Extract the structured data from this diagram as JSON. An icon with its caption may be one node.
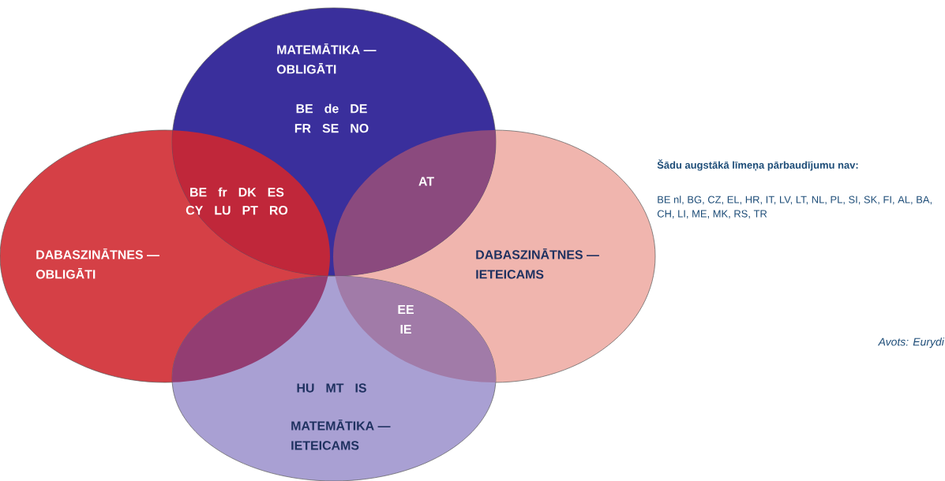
{
  "diagram": {
    "nodes": [
      {
        "text": [
          "MATEMĀTIKA — OBLIGĀTI",
          "BE de DE FR SE NO"
        ]
      },
      {
        "text": [
          "DABASZINĀTNES — OBLIGĀTI"
        ]
      },
      {
        "text": [
          "DABASZINĀTNES — IETEICAMS"
        ]
      },
      {
        "text": [
          "HU MT IS",
          "MATEMĀTIKA — IETEICAMS"
        ]
      }
    ],
    "labels": [
      "BE fr DK ES CY LU PT RO",
      "AT",
      "EE IE",
      "Šādu augstākā līmeņa pārbaudījumu nav:",
      "BE nl, BG, CZ, EL, HR, IT, LV, LT, NL, PL, SI, SK, FI, AL, BA, CH, LI, ME, MK, RS, TR",
      "Avots: Eurydi"
    ]
  }
}
